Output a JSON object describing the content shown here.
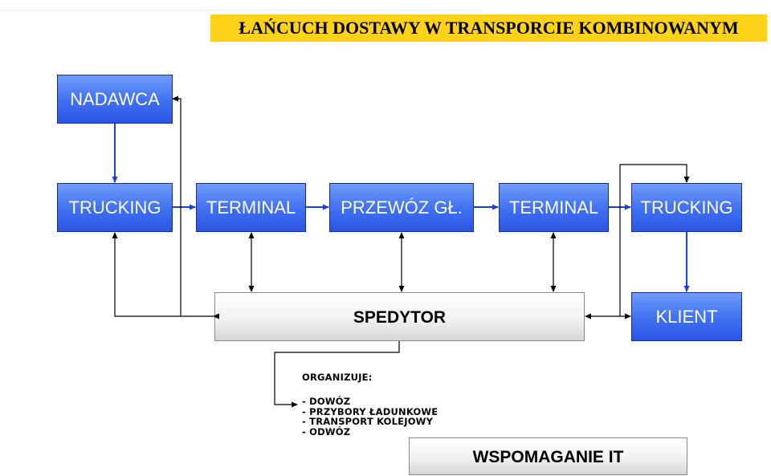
{
  "title": "ŁAŃCUCH DOSTAWY W TRANSPORCIE KOMBINOWANYM",
  "boxes": {
    "nadawca": "NADAWCA",
    "trucking_left": "TRUCKING",
    "terminal_left": "TERMINAL",
    "przewoz": "PRZEWÓZ GŁ.",
    "terminal_right": "TERMINAL",
    "trucking_right": "TRUCKING",
    "spedytor": "SPEDYTOR",
    "klient": "KLIENT",
    "wspomaganie": "WSPOMAGANIE IT"
  },
  "organizuje": {
    "heading": "ORGANIZUJE:",
    "items": [
      "- DOWÓZ",
      "- PRZYBORY ŁADUNKOWE",
      "- TRANSPORT KOLEJOWY",
      "- ODWÓZ"
    ]
  },
  "colors": {
    "title_bg": "#ffd21a",
    "box_blue": "#3f6ff0",
    "box_gray": "#e6e6e6",
    "arrow_blue": "#1a3fe0",
    "arrow_black": "#000000"
  }
}
